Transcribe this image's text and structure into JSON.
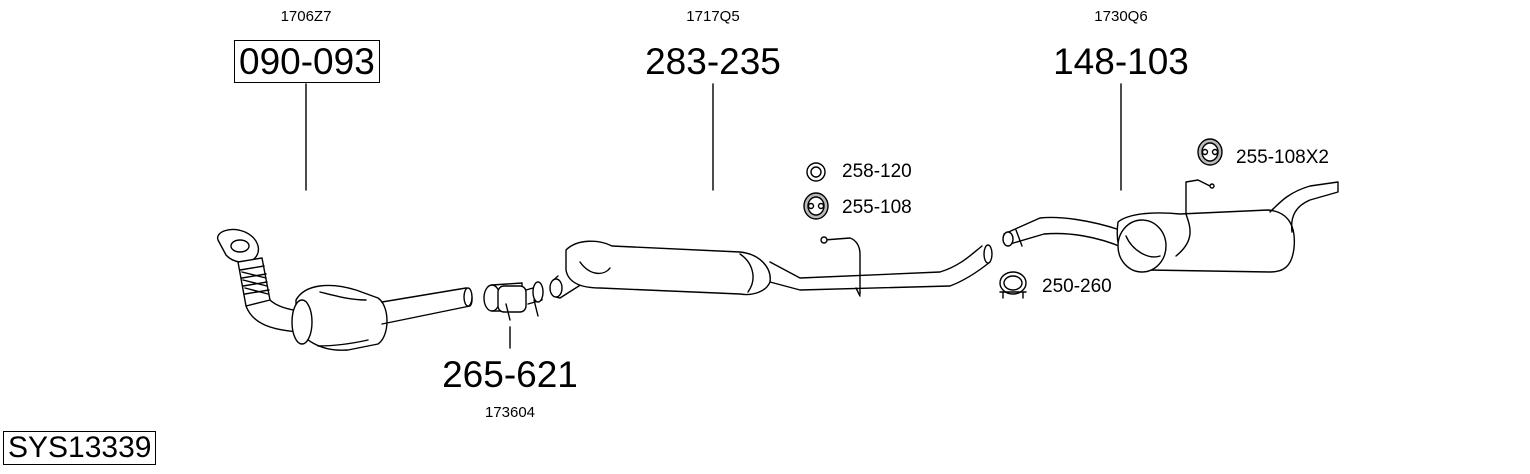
{
  "system_code": "SYS13339",
  "parts": [
    {
      "part_number": "090-093",
      "oe_number": "1706Z7",
      "highlighted": true
    },
    {
      "part_number": "265-621",
      "oe_number": "173604"
    },
    {
      "part_number": "283-235",
      "oe_number": "1717Q5"
    },
    {
      "part_number": "148-103",
      "oe_number": "1730Q6"
    }
  ],
  "accessories": [
    {
      "part_number": "258-120",
      "icon": "ring-icon"
    },
    {
      "part_number": "255-108",
      "icon": "rubber-hanger-icon"
    },
    {
      "part_number": "250-260",
      "icon": "clamp-icon"
    },
    {
      "part_number": "255-108X2",
      "icon": "rubber-hanger-icon"
    }
  ]
}
